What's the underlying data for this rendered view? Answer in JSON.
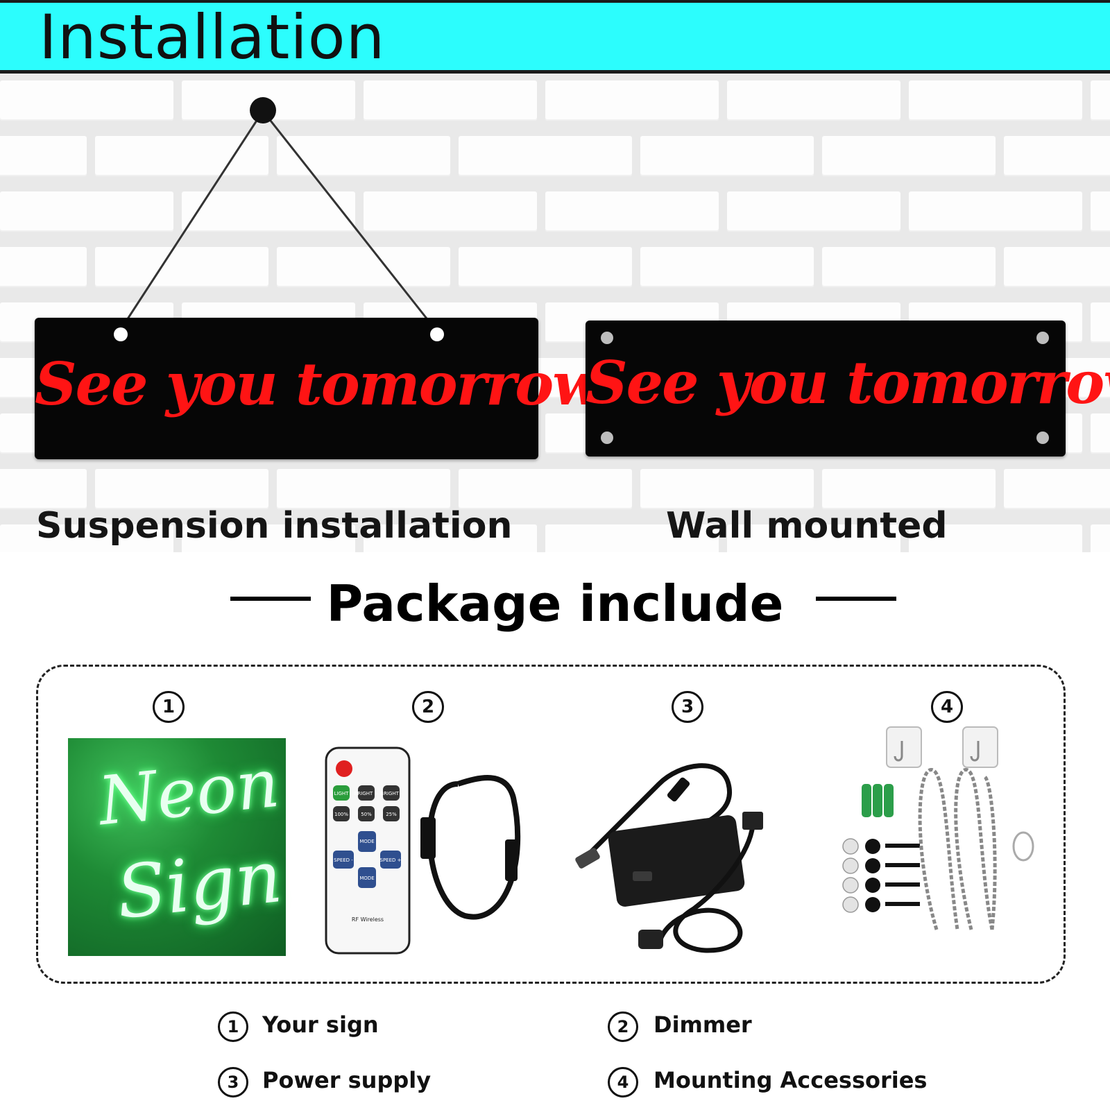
{
  "header": {
    "title": "Installation"
  },
  "signs": {
    "text": "See you tomorrow",
    "suspension_caption": "Suspension installation",
    "wall_caption": "Wall mounted"
  },
  "package": {
    "title": "Package include",
    "items": [
      {
        "number": "1",
        "label": "Your sign",
        "image_text_line1": "Neon",
        "image_text_line2": "Sign"
      },
      {
        "number": "2",
        "label": "Dimmer"
      },
      {
        "number": "3",
        "label": "Power supply"
      },
      {
        "number": "4",
        "label": "Mounting Accessories"
      }
    ]
  },
  "remote": {
    "buttons": [
      "LIGHT",
      "BRIGHT +",
      "BRIGHT -",
      "100%",
      "50%",
      "25%",
      "MODE",
      "SPEED -",
      "SPEED +",
      "MODE"
    ],
    "footer": "RF Wireless"
  },
  "colors": {
    "banner": "#2cfdfd",
    "sign_text": "#ff1414",
    "sign_bg": "#060606",
    "neon_green": "#1e8a35"
  }
}
